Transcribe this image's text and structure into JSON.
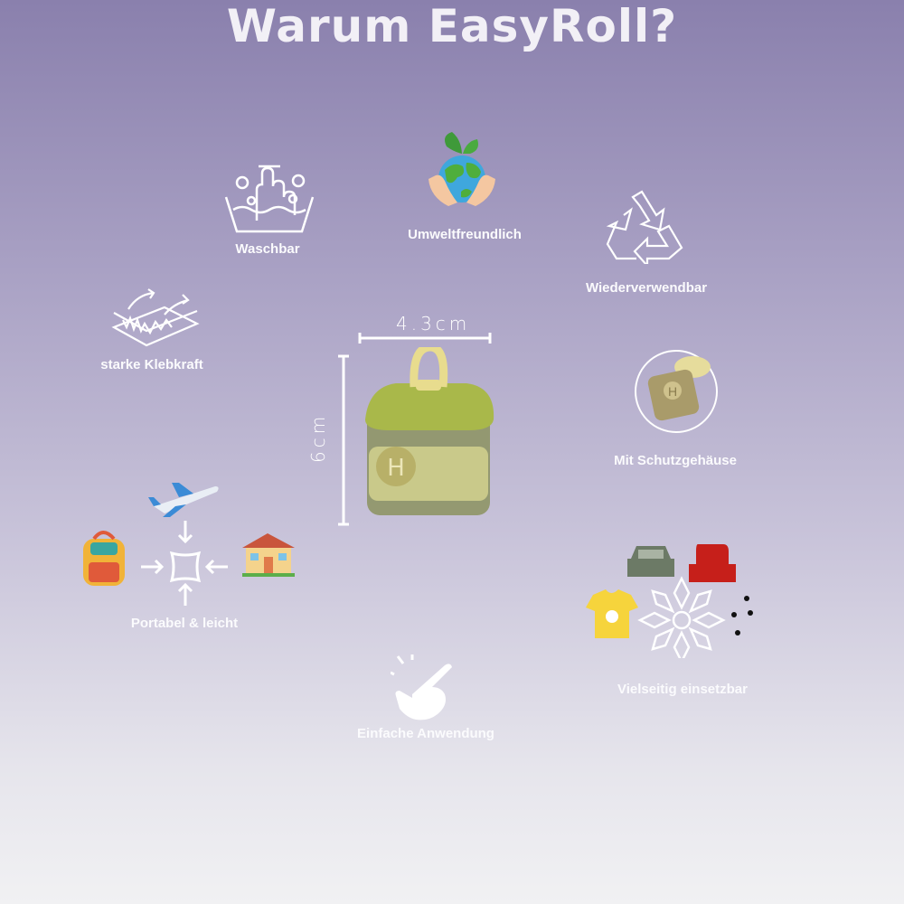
{
  "title": "Warum EasyRoll?",
  "dimensions": {
    "width": "4.3cm",
    "height": "6cm"
  },
  "features": {
    "washable": "Waschbar",
    "eco": "Umweltfreundlich",
    "reusable": "Wiederverwendbar",
    "adhesion": "starke Klebkraft",
    "case": "Mit Schutzgehäuse",
    "portable": "Portabel & leicht",
    "versatile": "Vielseitig einsetzbar",
    "easy": "Einfache Anwendung"
  },
  "product": {
    "logo_letter": "H"
  },
  "colors": {
    "accent_green": "#a9b84a",
    "handle": "#e8dc8e"
  }
}
